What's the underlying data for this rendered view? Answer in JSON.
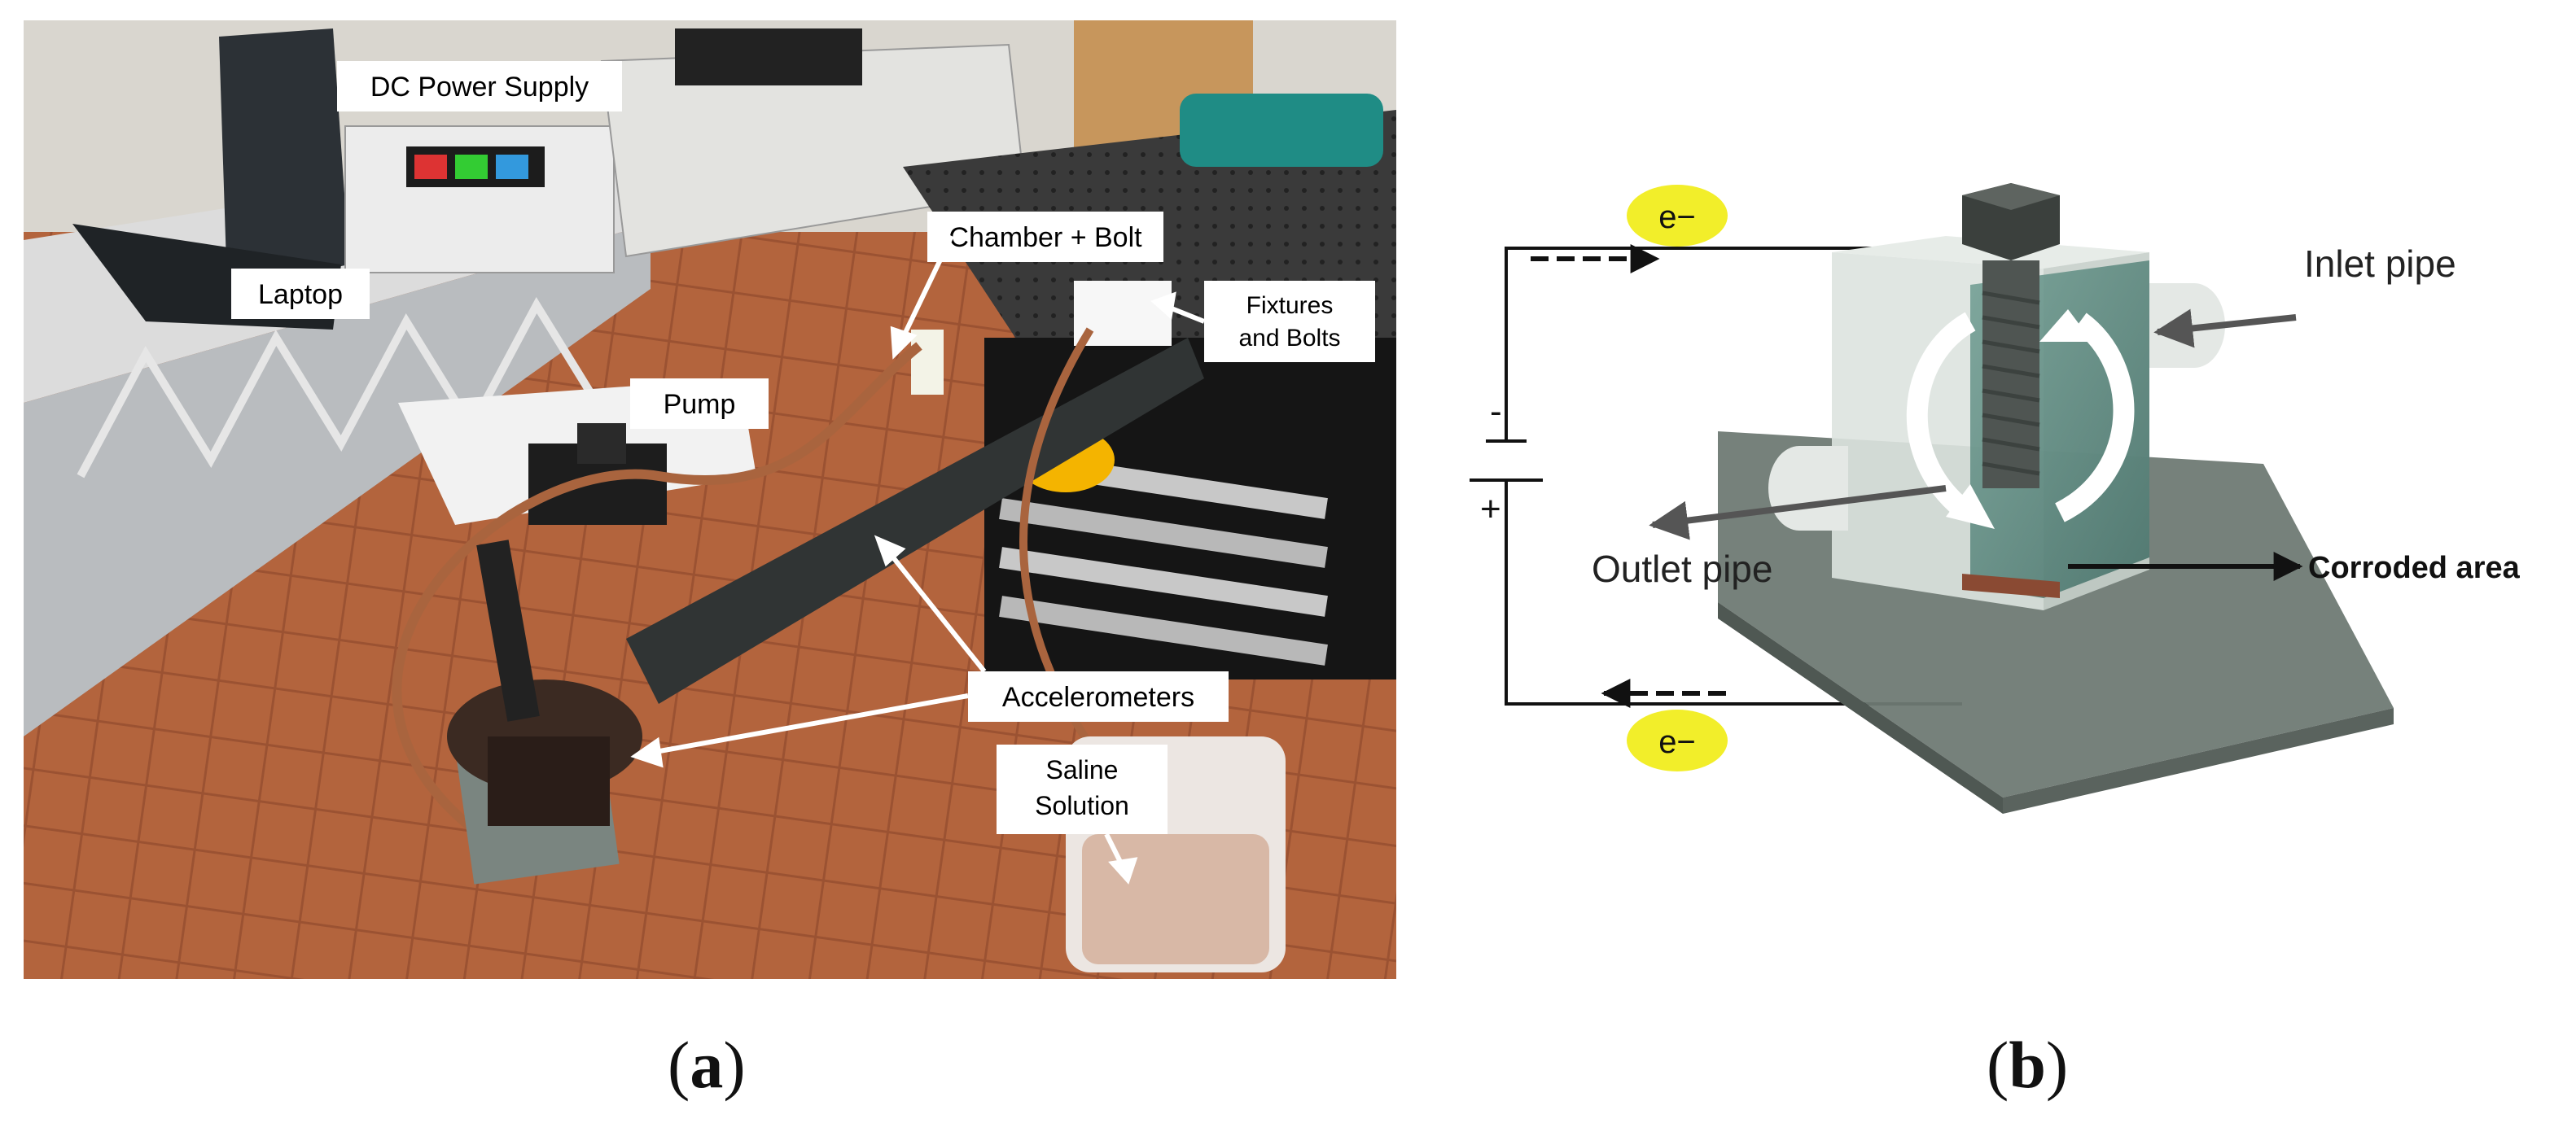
{
  "panel_a": {
    "labels": {
      "dc_power_supply": "DC Power Supply",
      "laptop": "Laptop",
      "pump": "Pump",
      "chamber_bolt": "Chamber + Bolt",
      "fixtures_line1": "Fixtures",
      "fixtures_line2": "and Bolts",
      "accelerometers": "Accelerometers",
      "saline_line1": "Saline",
      "saline_line2": "Solution"
    },
    "caption_open": "(",
    "caption_letter": "a",
    "caption_close": ")"
  },
  "panel_b": {
    "labels": {
      "electron_top": "e−",
      "electron_bottom": "e−",
      "minus": "-",
      "plus": "+",
      "inlet_pipe": "Inlet pipe",
      "outlet_pipe": "Outlet pipe",
      "corroded_area": "Corroded area"
    },
    "caption_open": "(",
    "caption_letter": "b",
    "caption_close": ")"
  },
  "colors": {
    "electron_fill": "#f2ee2a",
    "water": "#5e8a80",
    "plate": "#7f8a84",
    "floor": "#b5653e",
    "table": "#2b2b2b"
  }
}
